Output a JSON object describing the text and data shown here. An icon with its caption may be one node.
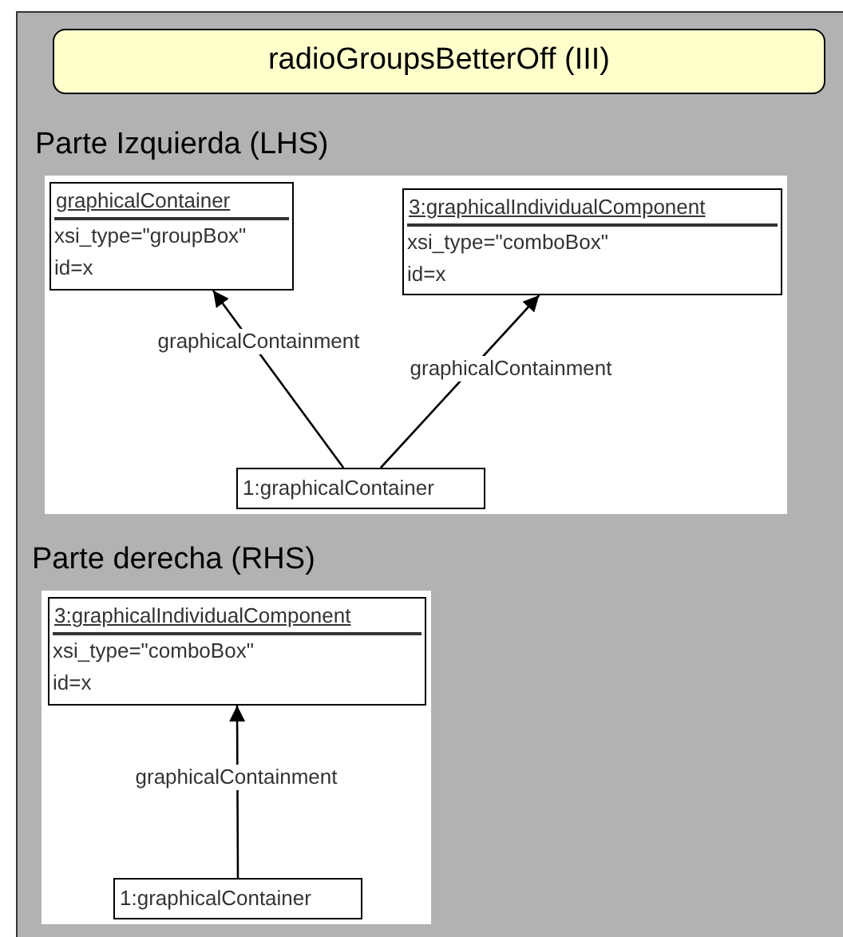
{
  "diagram": {
    "nodes": [
      {
        "text": [
          "radioGroupsBetterOff (III)"
        ]
      },
      {
        "text": [
          "Parte Izquierda (LHS)"
        ]
      },
      {
        "text": [
          "graphicalContainer",
          "xsi_type=\"groupBox\"",
          "id=x"
        ],
        "in": 1
      },
      {
        "text": [
          "3:graphicalIndividualComponent",
          "xsi_type=\"comboBox\"",
          "id=x"
        ],
        "in": 1
      },
      {
        "text": [
          "1:graphicalContainer"
        ],
        "in": 1
      },
      {
        "text": [
          "Parte derecha (RHS)"
        ]
      },
      {
        "text": [
          "3:graphicalIndividualComponent",
          "xsi_type=\"comboBox\"",
          "id=x"
        ],
        "in": 5
      },
      {
        "text": [
          "1:graphicalContainer"
        ],
        "in": 5
      }
    ],
    "edges": [
      {
        "from": 4,
        "to": 2,
        "arrow": "to",
        "label": "graphicalContainment"
      },
      {
        "from": 4,
        "to": 3,
        "arrow": "to",
        "label": "graphicalContainment"
      },
      {
        "from": 7,
        "to": 6,
        "arrow": "to",
        "label": "graphicalContainment"
      }
    ]
  }
}
